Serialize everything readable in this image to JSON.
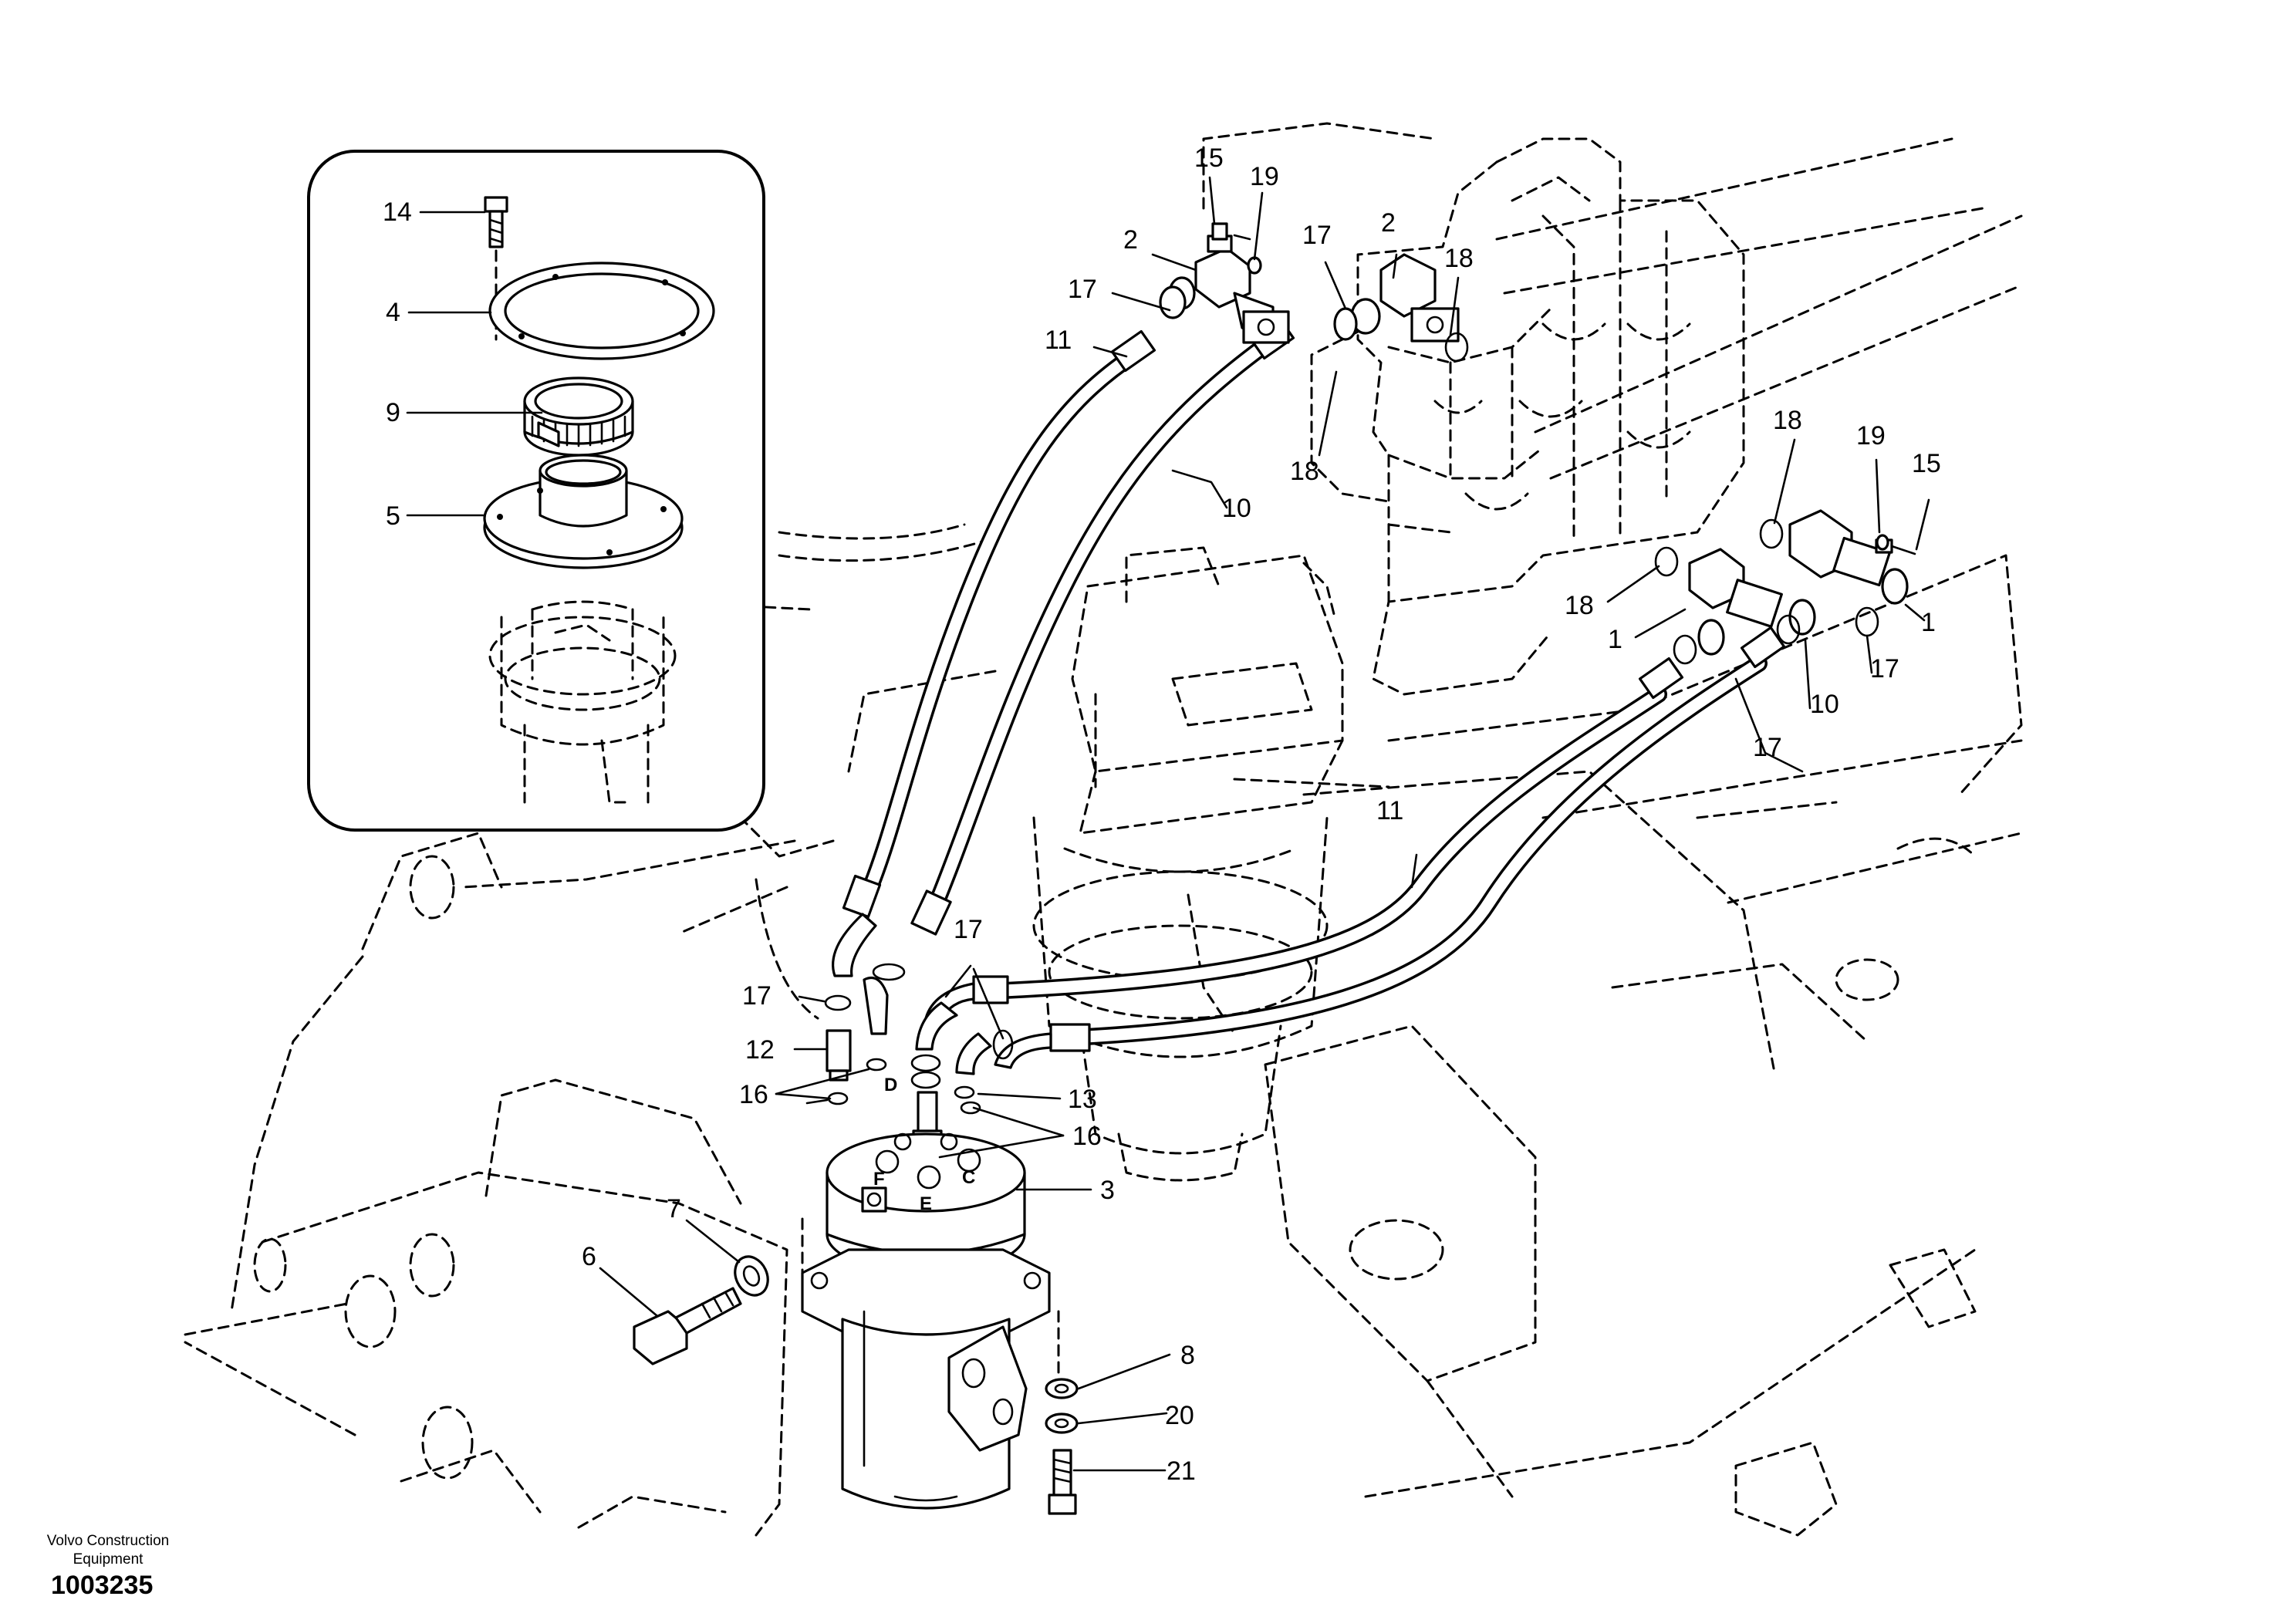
{
  "footer": {
    "manufacturer_line1": "Volvo Construction",
    "manufacturer_line2": "Equipment",
    "document_number": "1003235"
  },
  "ports": [
    "D",
    "F",
    "C",
    "E"
  ],
  "callouts": [
    {
      "id": "c-14",
      "text": "14"
    },
    {
      "id": "c-4",
      "text": "4"
    },
    {
      "id": "c-9",
      "text": "9"
    },
    {
      "id": "c-5",
      "text": "5"
    },
    {
      "id": "c-15a",
      "text": "15"
    },
    {
      "id": "c-19a",
      "text": "19"
    },
    {
      "id": "c-2a",
      "text": "2"
    },
    {
      "id": "c-17a",
      "text": "17"
    },
    {
      "id": "c-17b",
      "text": "17"
    },
    {
      "id": "c-2b",
      "text": "2"
    },
    {
      "id": "c-18a",
      "text": "18"
    },
    {
      "id": "c-11a",
      "text": "11"
    },
    {
      "id": "c-18b",
      "text": "18"
    },
    {
      "id": "c-10a",
      "text": "10"
    },
    {
      "id": "c-18c",
      "text": "18"
    },
    {
      "id": "c-19b",
      "text": "19"
    },
    {
      "id": "c-15b",
      "text": "15"
    },
    {
      "id": "c-18d",
      "text": "18"
    },
    {
      "id": "c-1a",
      "text": "1"
    },
    {
      "id": "c-1b",
      "text": "1"
    },
    {
      "id": "c-17c",
      "text": "17"
    },
    {
      "id": "c-10b",
      "text": "10"
    },
    {
      "id": "c-17d",
      "text": "17"
    },
    {
      "id": "c-11b",
      "text": "11"
    },
    {
      "id": "c-17e",
      "text": "17"
    },
    {
      "id": "c-17f",
      "text": "17"
    },
    {
      "id": "c-12",
      "text": "12"
    },
    {
      "id": "c-16a",
      "text": "16"
    },
    {
      "id": "c-13",
      "text": "13"
    },
    {
      "id": "c-16b",
      "text": "16"
    },
    {
      "id": "c-3",
      "text": "3"
    },
    {
      "id": "c-7",
      "text": "7"
    },
    {
      "id": "c-6",
      "text": "6"
    },
    {
      "id": "c-8",
      "text": "8"
    },
    {
      "id": "c-20",
      "text": "20"
    },
    {
      "id": "c-21",
      "text": "21"
    }
  ]
}
